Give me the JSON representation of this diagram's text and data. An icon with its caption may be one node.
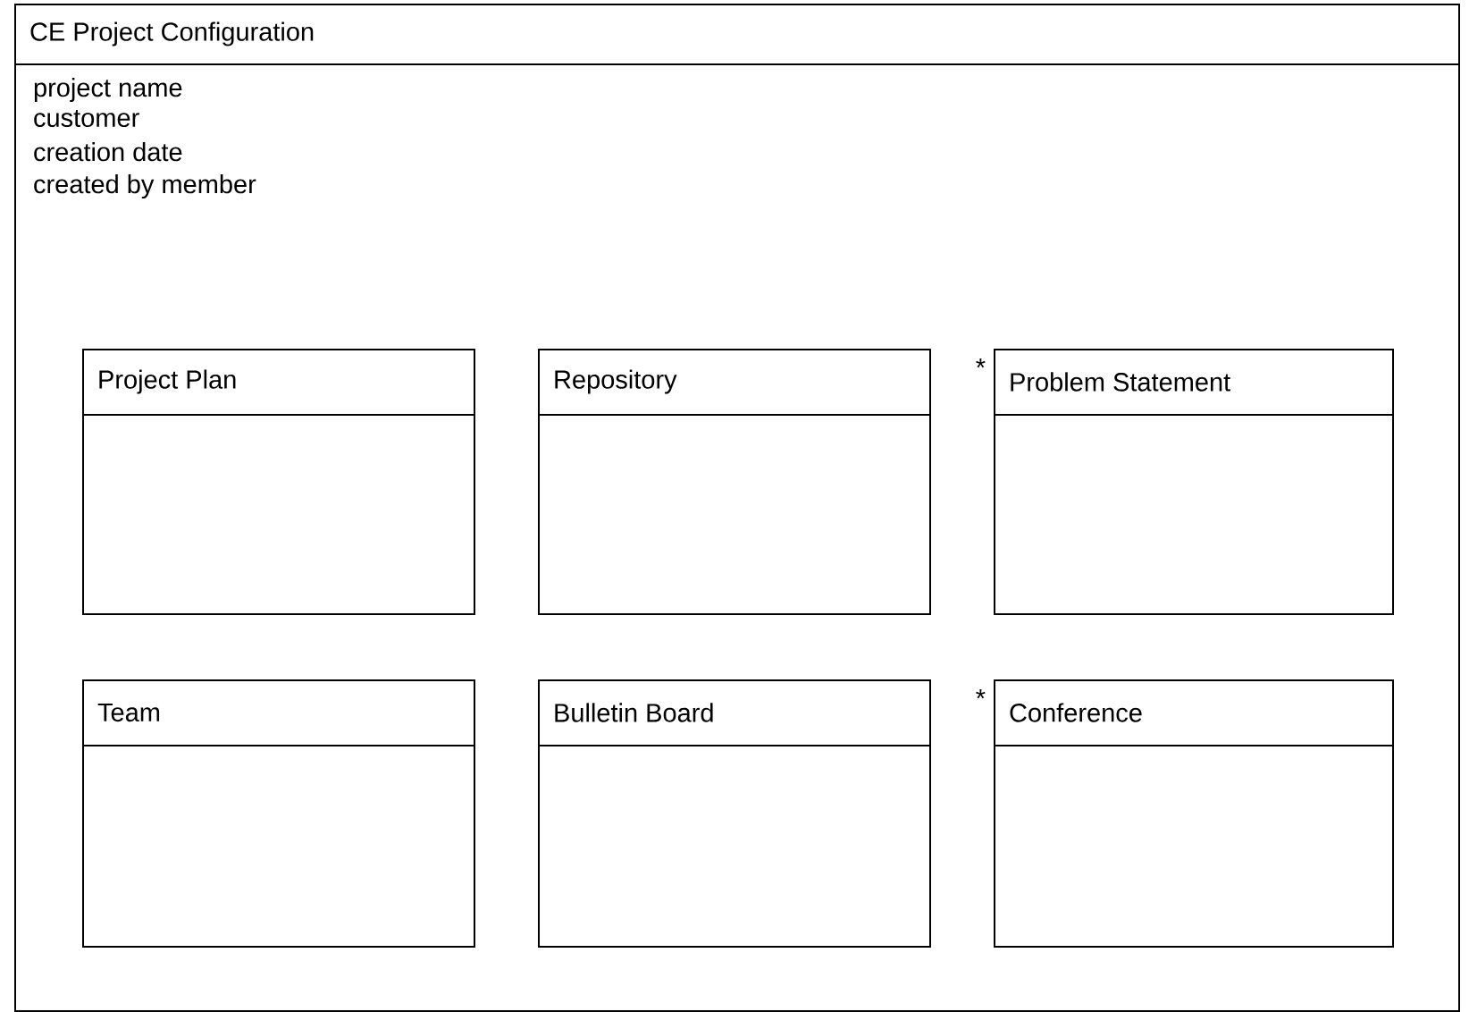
{
  "diagram": {
    "nodes": [
      {
        "text": [
          "CE Project Configuration",
          "project name",
          "customer",
          "creation date",
          "created by member"
        ]
      },
      {
        "text": [
          "Project Plan"
        ],
        "in": 0
      },
      {
        "text": [
          "Repository"
        ],
        "in": 0
      },
      {
        "text": [
          "Problem Statement"
        ],
        "in": 0,
        "beside": [
          "*"
        ]
      },
      {
        "text": [
          "Team"
        ],
        "in": 0
      },
      {
        "text": [
          "Bulletin Board"
        ],
        "in": 0
      },
      {
        "text": [
          "Conference"
        ],
        "in": 0,
        "beside": [
          "*"
        ]
      }
    ]
  }
}
